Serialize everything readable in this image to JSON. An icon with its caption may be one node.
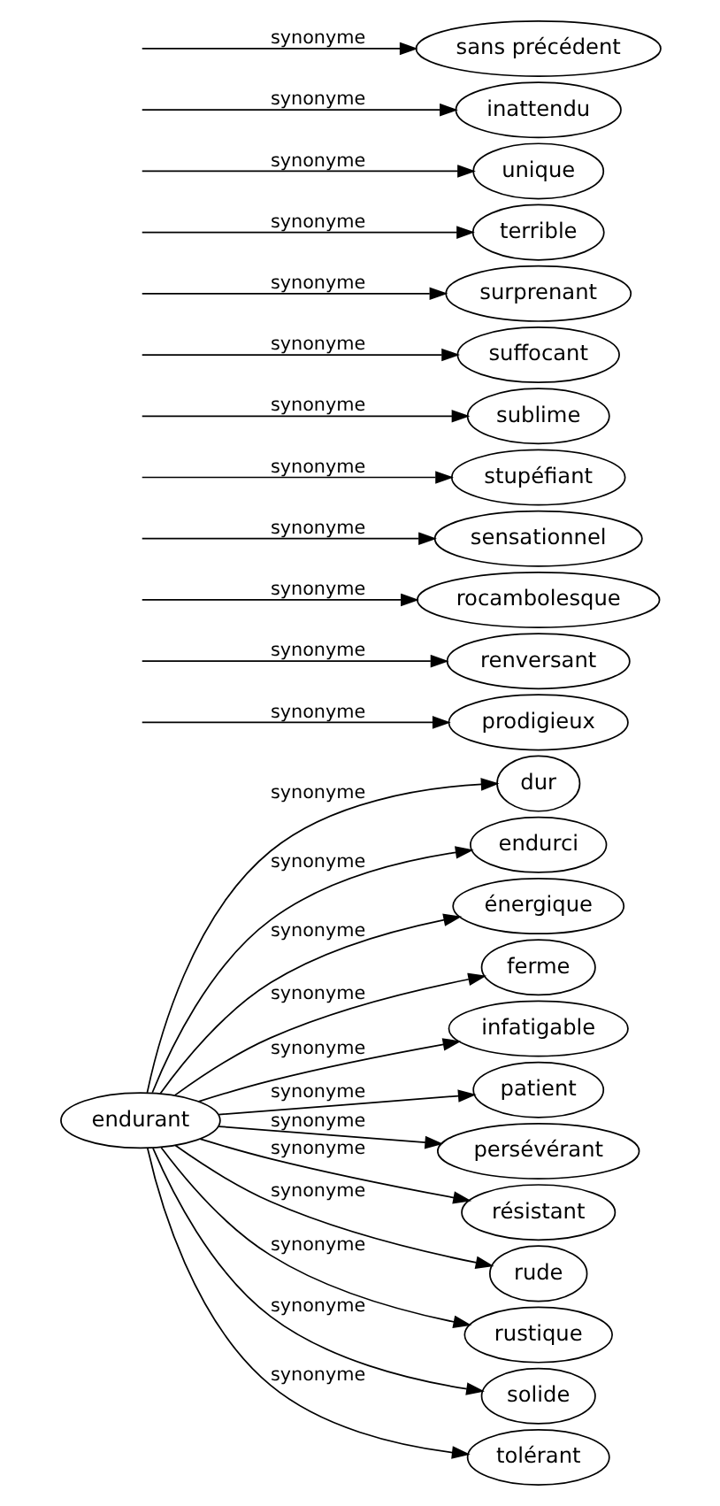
{
  "diagram": {
    "nodes": [
      {
        "text": [
          "endurant"
        ]
      },
      {
        "text": [
          "prodigieux"
        ]
      },
      {
        "text": [
          "dur"
        ]
      },
      {
        "text": [
          "renversant"
        ]
      },
      {
        "text": [
          "endurci"
        ]
      },
      {
        "text": [
          "rocambolesque"
        ]
      },
      {
        "text": [
          "énergique"
        ]
      },
      {
        "text": [
          "sensationnel"
        ]
      },
      {
        "text": [
          "ferme"
        ]
      },
      {
        "text": [
          "stupéfiant"
        ]
      },
      {
        "text": [
          "infatigable"
        ]
      },
      {
        "text": [
          "sublime"
        ]
      },
      {
        "text": [
          "patient"
        ]
      },
      {
        "text": [
          "suffocant"
        ]
      },
      {
        "text": [
          "persévérant"
        ]
      },
      {
        "text": [
          "surprenant"
        ]
      },
      {
        "text": [
          "résistant"
        ]
      },
      {
        "text": [
          "terrible"
        ]
      },
      {
        "text": [
          "rude"
        ]
      },
      {
        "text": [
          "unique"
        ]
      },
      {
        "text": [
          "rustique"
        ]
      },
      {
        "text": [
          "inattendu"
        ]
      },
      {
        "text": [
          "solide"
        ]
      },
      {
        "text": [
          "sans précédent"
        ]
      },
      {
        "text": [
          "tolérant"
        ]
      }
    ],
    "edges": [
      {
        "from": null,
        "to": 1,
        "arrow": "to",
        "label": "synonyme"
      },
      {
        "from": 0,
        "to": 2,
        "arrow": "to",
        "label": "synonyme"
      },
      {
        "from": null,
        "to": 3,
        "arrow": "to",
        "label": "synonyme"
      },
      {
        "from": 0,
        "to": 4,
        "arrow": "to",
        "label": "synonyme"
      },
      {
        "from": null,
        "to": 5,
        "arrow": "to",
        "label": "synonyme"
      },
      {
        "from": 0,
        "to": 6,
        "arrow": "to",
        "label": "synonyme"
      },
      {
        "from": null,
        "to": 7,
        "arrow": "to",
        "label": "synonyme"
      },
      {
        "from": 0,
        "to": 8,
        "arrow": "to",
        "label": "synonyme"
      },
      {
        "from": null,
        "to": 9,
        "arrow": "to",
        "label": "synonyme"
      },
      {
        "from": 0,
        "to": 10,
        "arrow": "to",
        "label": "synonyme"
      },
      {
        "from": null,
        "to": 11,
        "arrow": "to",
        "label": "synonyme"
      },
      {
        "from": 0,
        "to": 12,
        "arrow": "to",
        "label": "synonyme"
      },
      {
        "from": null,
        "to": 13,
        "arrow": "to",
        "label": "synonyme"
      },
      {
        "from": 0,
        "to": 14,
        "arrow": "to",
        "label": "synonyme"
      },
      {
        "from": null,
        "to": 15,
        "arrow": "to",
        "label": "synonyme"
      },
      {
        "from": 0,
        "to": 16,
        "arrow": "to",
        "label": "synonyme"
      },
      {
        "from": null,
        "to": 17,
        "arrow": "to",
        "label": "synonyme"
      },
      {
        "from": 0,
        "to": 18,
        "arrow": "to",
        "label": "synonyme"
      },
      {
        "from": null,
        "to": 19,
        "arrow": "to",
        "label": "synonyme"
      },
      {
        "from": 0,
        "to": 20,
        "arrow": "to",
        "label": "synonyme"
      },
      {
        "from": null,
        "to": 21,
        "arrow": "to",
        "label": "synonyme"
      },
      {
        "from": 0,
        "to": 22,
        "arrow": "to",
        "label": "synonyme"
      },
      {
        "from": null,
        "to": 23,
        "arrow": "to",
        "label": "synonyme"
      },
      {
        "from": 0,
        "to": 24,
        "arrow": "to",
        "label": "synonyme"
      }
    ]
  }
}
